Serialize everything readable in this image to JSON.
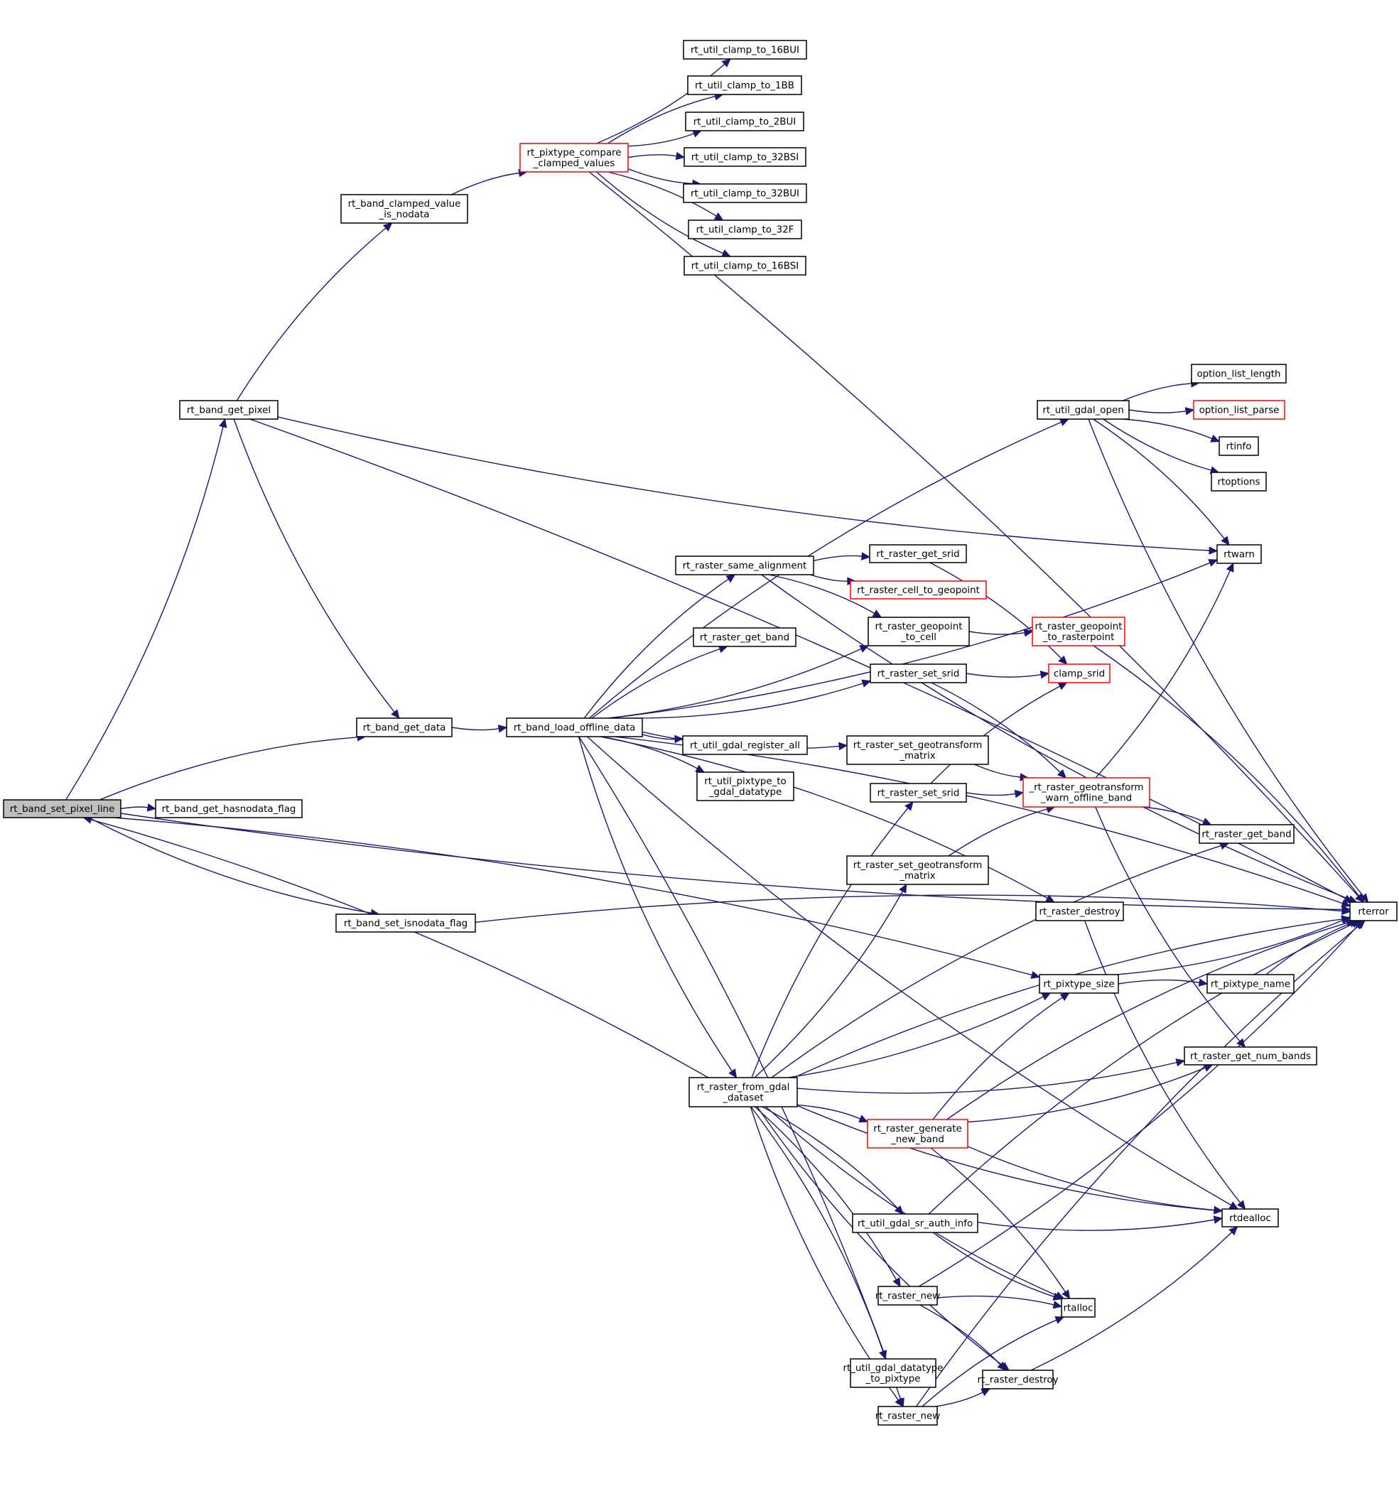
{
  "diagram": {
    "type": "call-graph",
    "root": "rt_band_set_pixel_line",
    "colors": {
      "edge": "#191970",
      "node_border": "#000000",
      "external_node_border": "#ff0000",
      "root_fill": "#bfbfbf",
      "node_fill": "#ffffff"
    },
    "nodes": [
      {
        "id": "set_pixel_line",
        "lines": [
          "rt_band_set_pixel_line"
        ],
        "style": "root"
      },
      {
        "id": "get_hasnodata",
        "lines": [
          "rt_band_get_hasnodata_flag"
        ],
        "style": "normal"
      },
      {
        "id": "get_pixel",
        "lines": [
          "rt_band_get_pixel"
        ],
        "style": "normal"
      },
      {
        "id": "clamped_nodata",
        "lines": [
          "rt_band_clamped_value",
          "_is_nodata"
        ],
        "style": "normal"
      },
      {
        "id": "pixtype_compare",
        "lines": [
          "rt_pixtype_compare",
          "_clamped_values"
        ],
        "style": "external"
      },
      {
        "id": "clamp16BUI",
        "lines": [
          "rt_util_clamp_to_16BUI"
        ],
        "style": "normal"
      },
      {
        "id": "clamp1BB",
        "lines": [
          "rt_util_clamp_to_1BB"
        ],
        "style": "normal"
      },
      {
        "id": "clamp2BUI",
        "lines": [
          "rt_util_clamp_to_2BUI"
        ],
        "style": "normal"
      },
      {
        "id": "clamp32BSI",
        "lines": [
          "rt_util_clamp_to_32BSI"
        ],
        "style": "normal"
      },
      {
        "id": "clamp32BUI",
        "lines": [
          "rt_util_clamp_to_32BUI"
        ],
        "style": "normal"
      },
      {
        "id": "clamp32F",
        "lines": [
          "rt_util_clamp_to_32F"
        ],
        "style": "normal"
      },
      {
        "id": "clamp16BSI",
        "lines": [
          "rt_util_clamp_to_16BSI"
        ],
        "style": "normal"
      },
      {
        "id": "get_data",
        "lines": [
          "rt_band_get_data"
        ],
        "style": "normal"
      },
      {
        "id": "load_offline",
        "lines": [
          "rt_band_load_offline_data"
        ],
        "style": "normal"
      },
      {
        "id": "set_isnodata",
        "lines": [
          "rt_band_set_isnodata_flag"
        ],
        "style": "normal"
      },
      {
        "id": "gdal_open",
        "lines": [
          "rt_util_gdal_open"
        ],
        "style": "normal"
      },
      {
        "id": "opt_len",
        "lines": [
          "option_list_length"
        ],
        "style": "normal"
      },
      {
        "id": "opt_parse",
        "lines": [
          "option_list_parse"
        ],
        "style": "external"
      },
      {
        "id": "rtinfo",
        "lines": [
          "rtinfo"
        ],
        "style": "normal"
      },
      {
        "id": "rtoptions",
        "lines": [
          "rtoptions"
        ],
        "style": "normal"
      },
      {
        "id": "rtwarn",
        "lines": [
          "rtwarn"
        ],
        "style": "normal"
      },
      {
        "id": "same_align",
        "lines": [
          "rt_raster_same_alignment"
        ],
        "style": "normal"
      },
      {
        "id": "get_srid",
        "lines": [
          "rt_raster_get_srid"
        ],
        "style": "normal"
      },
      {
        "id": "cell_to_geo",
        "lines": [
          "rt_raster_cell_to_geopoint"
        ],
        "style": "external"
      },
      {
        "id": "geo_to_cell",
        "lines": [
          "rt_raster_geopoint",
          "_to_cell"
        ],
        "style": "normal"
      },
      {
        "id": "geo_to_raster",
        "lines": [
          "rt_raster_geopoint",
          "_to_rasterpoint"
        ],
        "style": "external"
      },
      {
        "id": "raster_get_band1",
        "lines": [
          "rt_raster_get_band"
        ],
        "style": "normal"
      },
      {
        "id": "set_srid1",
        "lines": [
          "rt_raster_set_srid"
        ],
        "style": "normal"
      },
      {
        "id": "clamp_srid",
        "lines": [
          "clamp_srid"
        ],
        "style": "external"
      },
      {
        "id": "gdal_register_all",
        "lines": [
          "rt_util_gdal_register_all"
        ],
        "style": "normal"
      },
      {
        "id": "pixtype_to_gdal",
        "lines": [
          "rt_util_pixtype_to",
          "_gdal_datatype"
        ],
        "style": "normal"
      },
      {
        "id": "set_geotransform1",
        "lines": [
          "rt_raster_set_geotransform",
          "_matrix"
        ],
        "style": "normal"
      },
      {
        "id": "set_srid2",
        "lines": [
          "rt_raster_set_srid"
        ],
        "style": "normal"
      },
      {
        "id": "warn_offline",
        "lines": [
          "_rt_raster_geotransform",
          "_warn_offline_band"
        ],
        "style": "external"
      },
      {
        "id": "raster_get_band2",
        "lines": [
          "rt_raster_get_band"
        ],
        "style": "normal"
      },
      {
        "id": "set_geotransform2",
        "lines": [
          "rt_raster_set_geotransform",
          "_matrix"
        ],
        "style": "normal"
      },
      {
        "id": "raster_destroy1",
        "lines": [
          "rt_raster_destroy"
        ],
        "style": "normal"
      },
      {
        "id": "rterror",
        "lines": [
          "rterror"
        ],
        "style": "normal"
      },
      {
        "id": "pixtype_size",
        "lines": [
          "rt_pixtype_size"
        ],
        "style": "normal"
      },
      {
        "id": "pixtype_name",
        "lines": [
          "rt_pixtype_name"
        ],
        "style": "normal"
      },
      {
        "id": "from_gdal",
        "lines": [
          "rt_raster_from_gdal",
          "_dataset"
        ],
        "style": "normal"
      },
      {
        "id": "get_num_bands",
        "lines": [
          "rt_raster_get_num_bands"
        ],
        "style": "normal"
      },
      {
        "id": "generate_band",
        "lines": [
          "rt_raster_generate",
          "_new_band"
        ],
        "style": "external"
      },
      {
        "id": "sr_auth_info",
        "lines": [
          "rt_util_gdal_sr_auth_info"
        ],
        "style": "normal"
      },
      {
        "id": "rtdealloc",
        "lines": [
          "rtdealloc"
        ],
        "style": "normal"
      },
      {
        "id": "raster_new1",
        "lines": [
          "rt_raster_new"
        ],
        "style": "normal"
      },
      {
        "id": "rtalloc",
        "lines": [
          "rtalloc"
        ],
        "style": "normal"
      },
      {
        "id": "gdal_to_pixtype",
        "lines": [
          "rt_util_gdal_datatype",
          "_to_pixtype"
        ],
        "style": "normal"
      },
      {
        "id": "raster_destroy2",
        "lines": [
          "rt_raster_destroy"
        ],
        "style": "normal"
      },
      {
        "id": "raster_new2",
        "lines": [
          "rt_raster_new"
        ],
        "style": "normal"
      }
    ],
    "edges": [
      [
        "set_pixel_line",
        "get_hasnodata"
      ],
      [
        "set_pixel_line",
        "get_pixel"
      ],
      [
        "set_pixel_line",
        "get_data"
      ],
      [
        "set_pixel_line",
        "set_isnodata"
      ],
      [
        "set_pixel_line",
        "pixtype_size"
      ],
      [
        "set_pixel_line",
        "rterror"
      ],
      [
        "get_pixel",
        "clamped_nodata"
      ],
      [
        "get_pixel",
        "get_data"
      ],
      [
        "get_pixel",
        "rterror"
      ],
      [
        "get_pixel",
        "rtwarn"
      ],
      [
        "clamped_nodata",
        "pixtype_compare"
      ],
      [
        "pixtype_compare",
        "clamp16BUI"
      ],
      [
        "pixtype_compare",
        "clamp1BB"
      ],
      [
        "pixtype_compare",
        "clamp2BUI"
      ],
      [
        "pixtype_compare",
        "clamp32BSI"
      ],
      [
        "pixtype_compare",
        "clamp32BUI"
      ],
      [
        "pixtype_compare",
        "clamp32F"
      ],
      [
        "pixtype_compare",
        "clamp16BSI"
      ],
      [
        "pixtype_compare",
        "rterror"
      ],
      [
        "get_data",
        "load_offline"
      ],
      [
        "load_offline",
        "gdal_open"
      ],
      [
        "load_offline",
        "rtwarn"
      ],
      [
        "load_offline",
        "same_align"
      ],
      [
        "load_offline",
        "geo_to_cell"
      ],
      [
        "load_offline",
        "raster_get_band1"
      ],
      [
        "load_offline",
        "set_srid1"
      ],
      [
        "load_offline",
        "rterror"
      ],
      [
        "load_offline",
        "gdal_register_all"
      ],
      [
        "load_offline",
        "pixtype_to_gdal"
      ],
      [
        "load_offline",
        "set_geotransform1"
      ],
      [
        "load_offline",
        "raster_destroy1"
      ],
      [
        "load_offline",
        "from_gdal"
      ],
      [
        "load_offline",
        "raster_new2"
      ],
      [
        "load_offline",
        "rtdealloc"
      ],
      [
        "gdal_open",
        "opt_len"
      ],
      [
        "gdal_open",
        "opt_parse"
      ],
      [
        "gdal_open",
        "rtinfo"
      ],
      [
        "gdal_open",
        "rtoptions"
      ],
      [
        "gdal_open",
        "rtwarn"
      ],
      [
        "gdal_open",
        "rterror"
      ],
      [
        "same_align",
        "get_srid"
      ],
      [
        "same_align",
        "cell_to_geo"
      ],
      [
        "same_align",
        "geo_to_cell"
      ],
      [
        "same_align",
        "rterror"
      ],
      [
        "get_srid",
        "clamp_srid"
      ],
      [
        "geo_to_cell",
        "geo_to_raster"
      ],
      [
        "geo_to_raster",
        "rterror"
      ],
      [
        "set_srid1",
        "clamp_srid"
      ],
      [
        "set_srid1",
        "warn_offline"
      ],
      [
        "set_geotransform1",
        "warn_offline"
      ],
      [
        "set_srid2",
        "clamp_srid"
      ],
      [
        "set_srid2",
        "warn_offline"
      ],
      [
        "set_geotransform2",
        "warn_offline"
      ],
      [
        "warn_offline",
        "rtwarn"
      ],
      [
        "warn_offline",
        "raster_get_band2"
      ],
      [
        "warn_offline",
        "get_num_bands"
      ],
      [
        "set_isnodata",
        "rterror"
      ],
      [
        "raster_destroy1",
        "rtdealloc"
      ],
      [
        "pixtype_size",
        "pixtype_name"
      ],
      [
        "pixtype_size",
        "rterror"
      ],
      [
        "pixtype_name",
        "rterror"
      ],
      [
        "from_gdal",
        "set_pixel_line"
      ],
      [
        "from_gdal",
        "set_srid2"
      ],
      [
        "from_gdal",
        "set_geotransform2"
      ],
      [
        "from_gdal",
        "raster_get_band2"
      ],
      [
        "from_gdal",
        "pixtype_size"
      ],
      [
        "from_gdal",
        "rterror"
      ],
      [
        "from_gdal",
        "get_num_bands"
      ],
      [
        "from_gdal",
        "generate_band"
      ],
      [
        "from_gdal",
        "rtdealloc"
      ],
      [
        "from_gdal",
        "sr_auth_info"
      ],
      [
        "from_gdal",
        "rtalloc"
      ],
      [
        "from_gdal",
        "raster_new1"
      ],
      [
        "from_gdal",
        "raster_destroy2"
      ],
      [
        "from_gdal",
        "gdal_to_pixtype"
      ],
      [
        "from_gdal",
        "raster_new2"
      ],
      [
        "generate_band",
        "pixtype_size"
      ],
      [
        "generate_band",
        "get_num_bands"
      ],
      [
        "generate_band",
        "rterror"
      ],
      [
        "generate_band",
        "rtdealloc"
      ],
      [
        "generate_band",
        "rtalloc"
      ],
      [
        "sr_auth_info",
        "rtdealloc"
      ],
      [
        "sr_auth_info",
        "rterror"
      ],
      [
        "sr_auth_info",
        "rtalloc"
      ],
      [
        "raster_new1",
        "rtalloc"
      ],
      [
        "raster_new1",
        "rterror"
      ],
      [
        "raster_new1",
        "raster_destroy2"
      ],
      [
        "raster_destroy2",
        "rtdealloc"
      ],
      [
        "raster_new2",
        "rtalloc"
      ],
      [
        "raster_new2",
        "raster_destroy2"
      ],
      [
        "raster_new2",
        "rterror"
      ]
    ]
  }
}
